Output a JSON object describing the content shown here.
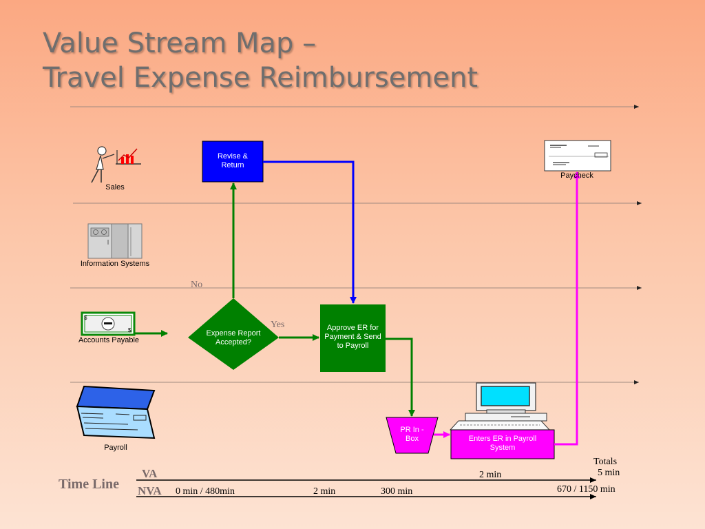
{
  "title": {
    "line1": "Value Stream Map –",
    "line2": "Travel Expense Reimbursement"
  },
  "lanes": {
    "sales": "Sales",
    "info_systems": "Information Systems",
    "accounts_payable": "Accounts Payable",
    "payroll": "Payroll",
    "paycheck": "Paycheck"
  },
  "steps": {
    "revise": "Revise & Return",
    "decision": "Expense Report Accepted?",
    "approve": "Approve ER for Payment & Send to Payroll",
    "pr_box": "PR In - Box",
    "enters": "Enters ER in Payroll System"
  },
  "branches": {
    "no": "No",
    "yes": "Yes"
  },
  "timeline": {
    "label": "Time Line",
    "va": "VA",
    "nva": "NVA",
    "totals": "Totals",
    "va_values": [
      "2 min"
    ],
    "nva_values": [
      "0 min / 480min",
      "2 min",
      "300 min"
    ],
    "va_total": "5 min",
    "nva_total": "670 / 1150 min"
  },
  "colors": {
    "revise": "#0000ff",
    "approve": "#008000",
    "decision": "#008000",
    "payroll_step": "#ff00ff",
    "blue_arrow": "#0000ff",
    "green_arrow": "#008000",
    "magenta_arrow": "#ff00ff"
  },
  "icons": {
    "sales": "presenter-chart-icon",
    "info_systems": "server-cabinet-icon",
    "accounts_payable": "dollar-bill-icon",
    "payroll": "checkbook-icon",
    "paycheck": "paycheck-icon",
    "computer": "desktop-computer-icon"
  }
}
